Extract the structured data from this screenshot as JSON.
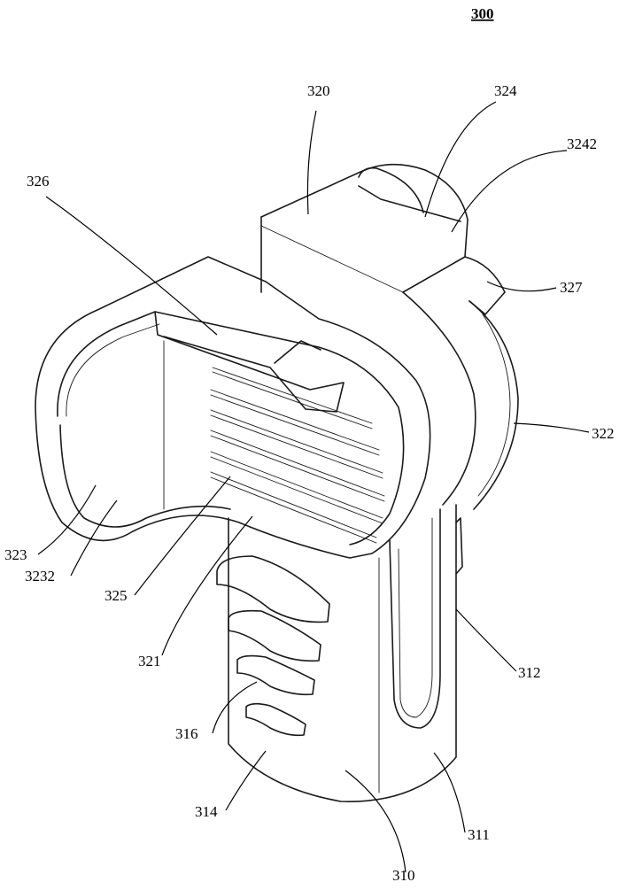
{
  "figure_number": "300",
  "labels": {
    "l320": "320",
    "l324": "324",
    "l3242": "3242",
    "l326": "326",
    "l327": "327",
    "l322": "322",
    "l323": "323",
    "l3232": "3232",
    "l325": "325",
    "l321": "321",
    "l312": "312",
    "l316": "316",
    "l314": "314",
    "l311": "311",
    "l310": "310"
  }
}
